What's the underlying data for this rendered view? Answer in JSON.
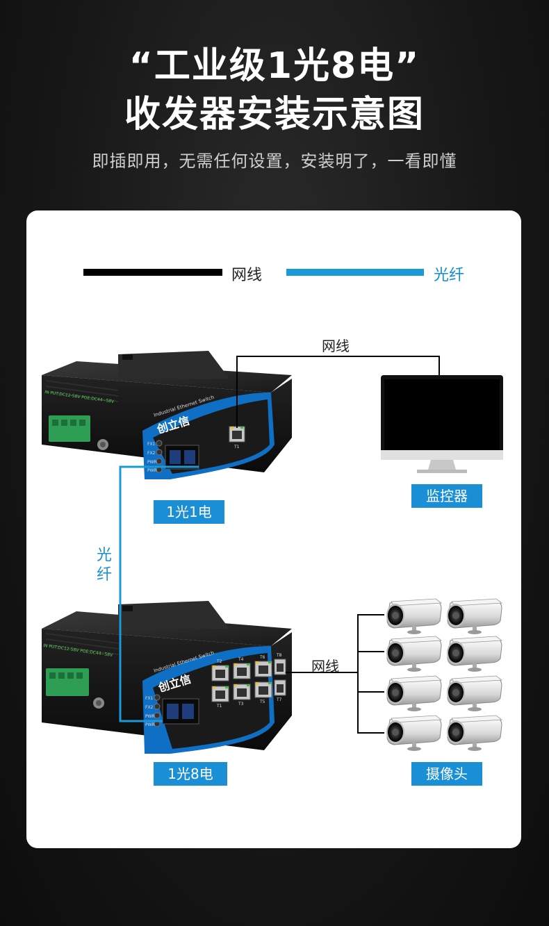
{
  "header": {
    "title_line1": "“工业级1光8电”",
    "title_line2": "收发器安装示意图",
    "subtitle": "即插即用，无需任何设置，安装明了，一看即懂"
  },
  "legend": {
    "cable_label": "网线",
    "fiber_label": "光纤",
    "cable_color": "#000000",
    "fiber_color": "#1a9ad9"
  },
  "devices": {
    "top_brand": "创立信",
    "top_subtitle": "Industrial Ethernet Switch",
    "top_power": "IN PUT:DC12-58V POE:DC44~58V",
    "top_leds": [
      "FX1",
      "FX2",
      "PWR",
      "PWR"
    ],
    "top_port": "T1",
    "top_tag": "1光1电",
    "bottom_brand": "创立信",
    "bottom_subtitle": "Industrial Ethernet Switch",
    "bottom_power": "IN PUT:DC12-58V POE:DC44~58V",
    "bottom_leds": [
      "FX1",
      "FX2",
      "PWR",
      "PWR"
    ],
    "bottom_ports_top": [
      "T2",
      "T4",
      "T6",
      "T8"
    ],
    "bottom_ports_bottom": [
      "T1",
      "T3",
      "T5",
      "T7"
    ],
    "bottom_tag": "1光8电"
  },
  "connections": {
    "cable_top_label": "网线",
    "cable_bottom_label": "网线",
    "fiber_label_chars": [
      "光",
      "纤"
    ]
  },
  "endpoints": {
    "monitor_tag": "监控器",
    "camera_tag": "摄像头"
  }
}
